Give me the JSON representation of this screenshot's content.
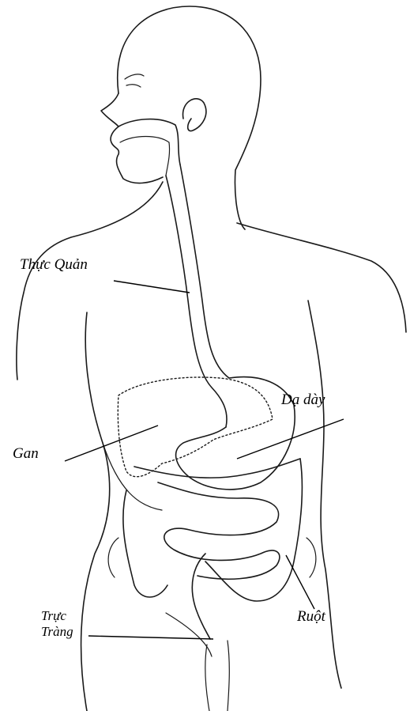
{
  "labels": {
    "esophagus": "Thực Quản",
    "stomach": "Dạ dày",
    "liver": "Gan",
    "intestine": "Ruột",
    "rectum_line1": "Trực",
    "rectum_line2": "Tràng"
  }
}
